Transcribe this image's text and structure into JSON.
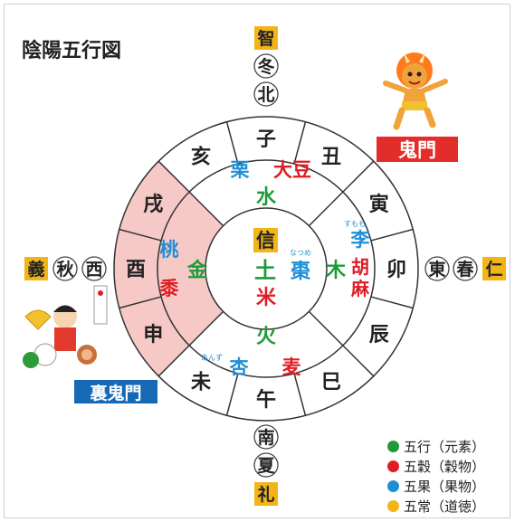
{
  "title": "陰陽五行図",
  "colors": {
    "green": "#1f9a3a",
    "red": "#e01c24",
    "blue": "#1e8fd6",
    "gold": "#f2b417",
    "pink": "#f6c9c7",
    "line": "#333333",
    "label_red": "#e32d2a",
    "label_blue": "#1569b5"
  },
  "directions": {
    "north": [
      "智",
      "冬",
      "北"
    ],
    "south": [
      "南",
      "夏",
      "礼"
    ],
    "east": [
      "東",
      "春",
      "仁"
    ],
    "west": [
      "義",
      "秋",
      "西"
    ]
  },
  "zodiac": [
    "子",
    "丑",
    "寅",
    "卯",
    "辰",
    "巳",
    "午",
    "未",
    "申",
    "酉",
    "戌",
    "亥"
  ],
  "elements": {
    "water": "水",
    "wood": "木",
    "fire": "火",
    "metal": "金",
    "earth": "土"
  },
  "grains": {
    "north": "大豆",
    "east": "麻",
    "south": "麦",
    "west": "黍",
    "center": "米"
  },
  "fruits": {
    "north": "栗",
    "east": "李",
    "south": "杏",
    "west": "桃",
    "center": "棗"
  },
  "furigana": {
    "plum": "すもも",
    "jujube": "なつめ",
    "apricot": "あんず"
  },
  "virtue_center": "信",
  "goma": "胡",
  "labels": {
    "kimon": "鬼門",
    "urakimon": "裏鬼門"
  },
  "legend": [
    {
      "color": "#1f9a3a",
      "text": "五行（元素）"
    },
    {
      "color": "#e01c24",
      "text": "五穀（穀物）"
    },
    {
      "color": "#1e8fd6",
      "text": "五果（果物）"
    },
    {
      "color": "#f2b417",
      "text": "五常（道徳）"
    }
  ]
}
